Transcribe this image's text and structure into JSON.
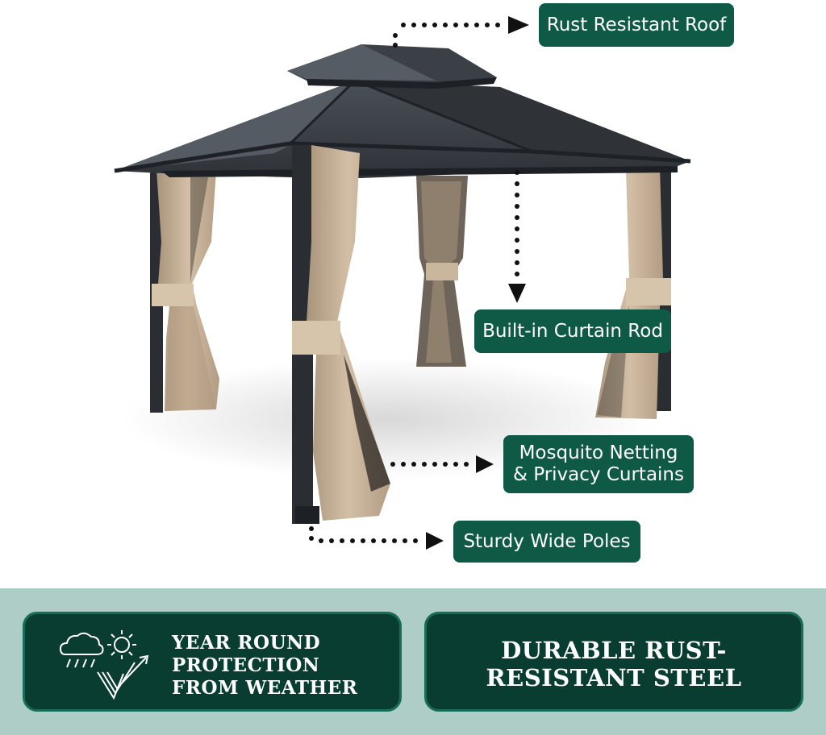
{
  "callouts": {
    "roof": "Rust Resistant Roof",
    "curtain_rod": "Built-in Curtain Rod",
    "netting_line1": "Mosquito Netting",
    "netting_line2": "& Privacy Curtains",
    "poles": "Sturdy Wide Poles"
  },
  "features": {
    "weather": {
      "line1": "YEAR ROUND",
      "line2": "PROTECTION",
      "line3": "FROM WEATHER",
      "icon": "weather-icon"
    },
    "steel": {
      "line1": "DURABLE RUST-",
      "line2": "RESISTANT STEEL"
    }
  },
  "colors": {
    "callout_bg": "#0f5a47",
    "band_bg": "#afcdc7",
    "card_bg": "#0a3d31",
    "roof": "#3a3f45",
    "curtain": "#c8b29a"
  }
}
